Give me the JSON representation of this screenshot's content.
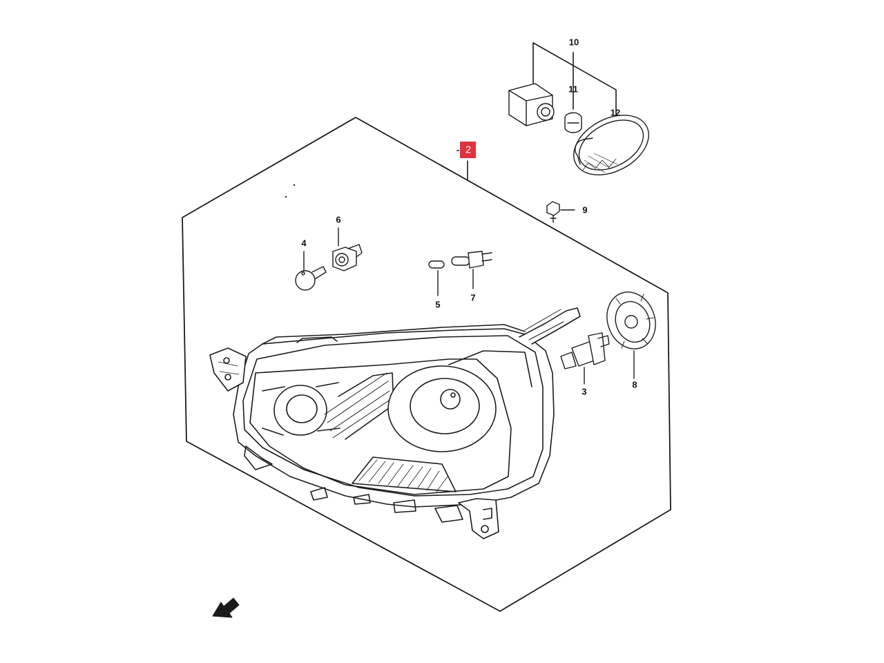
{
  "colors": {
    "line": "#1a1a1a",
    "highlight": "#e0323e",
    "bleed": "#f2c9cf"
  },
  "callouts": {
    "p2": "2",
    "p3": "3",
    "p4": "4",
    "p5": "5",
    "p6": "6",
    "p7": "7",
    "p8": "8",
    "p9": "9",
    "p10": "10",
    "p11": "11",
    "p12": "12"
  },
  "icons": {
    "direction_arrow": "front-direction-arrow-icon"
  }
}
